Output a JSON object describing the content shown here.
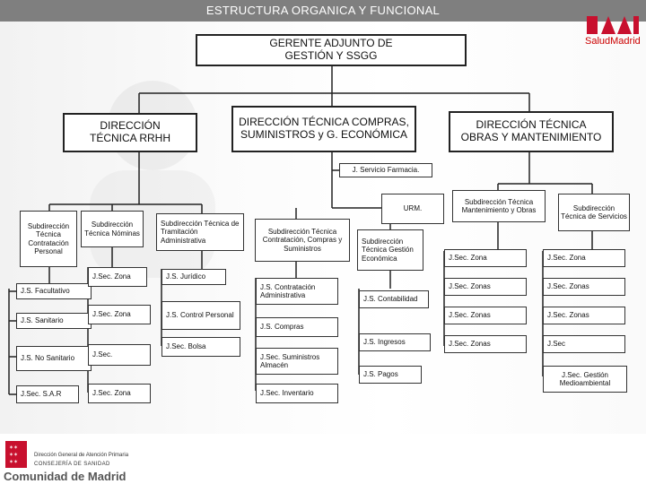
{
  "header": {
    "title": "ESTRUCTURA ORGANICA Y FUNCIONAL"
  },
  "logos": {
    "salud_madrid": "SaludMadrid",
    "comunidad_name": "Comunidad de Madrid",
    "direccion_general": "Dirección General de Atención Primaria",
    "consejeria": "CONSEJERÍA DE SANIDAD"
  },
  "colors": {
    "topbar": "#7f7f7f",
    "brand_red": "#c8102e",
    "line": "#222222"
  },
  "org": {
    "gerente": "GERENTE ADJUNTO DE GESTIÓN Y SSGG",
    "dir_rrhh": "DIRECCIÓN TÉCNICA RRHH",
    "dir_compras": "DIRECCIÓN TÉCNICA COMPRAS, SUMINISTROS y G. ECONÓMICA",
    "dir_obras": "DIRECCIÓN TÉCNICA OBRAS Y MANTENIMIENTO",
    "servicio_farmacia": "J. Servicio Farmacia.",
    "urm": "URM.",
    "sub_contratacion_personal": "Subdirección Técnica Contratación Personal",
    "sub_nominas": "Subdirección Técnica Nóminas",
    "sub_tramitacion": "Subdirección Técnica de Tramitación Administrativa",
    "sub_compras": "Subdirección Técnica Contratación, Compras y Suministros",
    "sub_gestion_economica": "Subdirección Técnica Gestión Económica",
    "sub_mantenimiento": "Subdirección Técnica Mantenimiento y Obras",
    "sub_servicios": "Subdirección Técnica de Servicios",
    "js_facultativo": "J.S. Facultativo",
    "js_sanitario": "J.S. Sanitario",
    "js_no_sanitario": "J.S. No Sanitario",
    "jsec_sar": "J.Sec. S.A.R",
    "nom_jsec_zona_1": "J.Sec. Zona",
    "nom_jsec_zona_2": "J.Sec. Zona",
    "nom_jsec": "J.Sec.",
    "nom_jsec_zona_3": "J.Sec. Zona",
    "js_juridico": "J.S. Jurídico",
    "js_control_personal": "J.S. Control Personal",
    "jsec_bolsa": "J.Sec. Bolsa",
    "js_contratacion_admin": "J.S. Contratación Administrativa",
    "js_compras": "J.S. Compras",
    "jsec_suministros": "J.Sec. Suministros Almacén",
    "jsec_inventario": "J.Sec. Inventario",
    "js_contabilidad": "J.S. Contabilidad",
    "js_ingresos": "J.S. Ingresos",
    "js_pagos": "J.S. Pagos",
    "mant_jsec_zona": "J.Sec. Zona",
    "mant_jsec_zonas_1": "J.Sec. Zonas",
    "mant_jsec_zonas_2": "J.Sec. Zonas",
    "mant_jsec_zonas_3": "J.Sec. Zonas",
    "serv_jsec_zona": "J.Sec. Zona",
    "serv_jsec_zonas_1": "J.Sec. Zonas",
    "serv_jsec_zonas_2": "J.Sec. Zonas",
    "serv_jsec": "J.Sec",
    "serv_jsec_gestion_medioambiental": "J.Sec. Gestión Medioambiental"
  }
}
